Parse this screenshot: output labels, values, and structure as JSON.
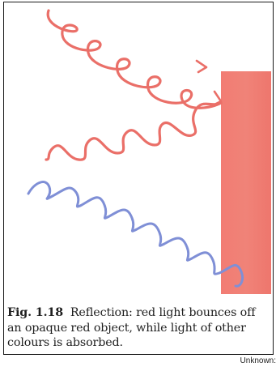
{
  "figure": {
    "label": "Fig. 1.18",
    "caption": "Reflection: red light bounces off an opaque red object, while light of other colours is absorbed.",
    "credit": "Unknown:"
  },
  "colors": {
    "red_object": "#f07a70",
    "red_wave": "#ea6f68",
    "blue_wave": "#7f8fd6",
    "frame": "#1a1a1a"
  }
}
